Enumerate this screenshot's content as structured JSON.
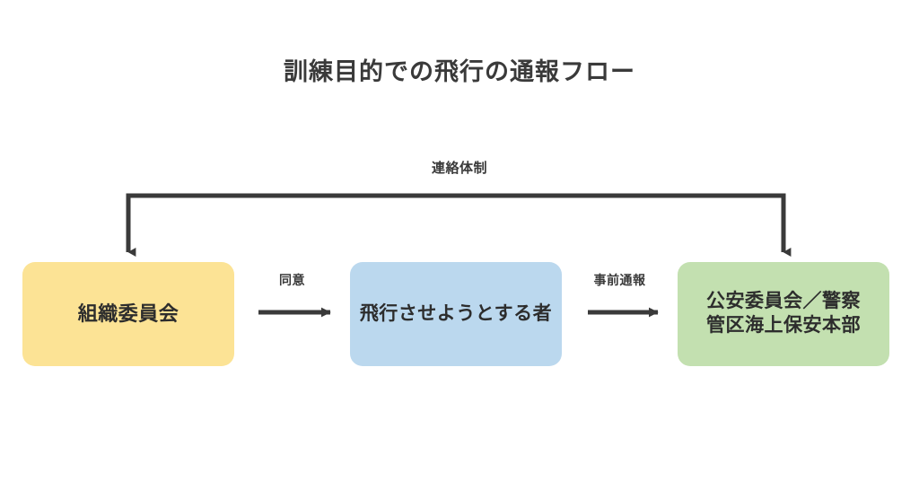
{
  "diagram": {
    "title": "訓練目的での飛行の通報フロー",
    "background_color": "#ffffff",
    "title_color": "#3a3a3a",
    "connector_color": "#3a3a3a",
    "type": "flowchart",
    "nodes": [
      {
        "id": "organizing-committee",
        "label": "組織委員会",
        "color": "#fce395",
        "text_color": "#2d2d2d"
      },
      {
        "id": "operator",
        "label": "飛行させようとする者",
        "color": "#bbd8ee",
        "text_color": "#2d2d2d"
      },
      {
        "id": "authorities",
        "label": "公安委員会／警察\n管区海上保安本部",
        "color": "#c3e0b0",
        "text_color": "#2d2d2d"
      }
    ],
    "edges": [
      {
        "id": "consent",
        "label": "同意",
        "from": "organizing-committee",
        "to": "operator"
      },
      {
        "id": "advance-notice",
        "label": "事前通報",
        "from": "operator",
        "to": "authorities"
      },
      {
        "id": "contact-system",
        "label": "連絡体制",
        "from": "organizing-committee",
        "to": "authorities"
      }
    ]
  }
}
